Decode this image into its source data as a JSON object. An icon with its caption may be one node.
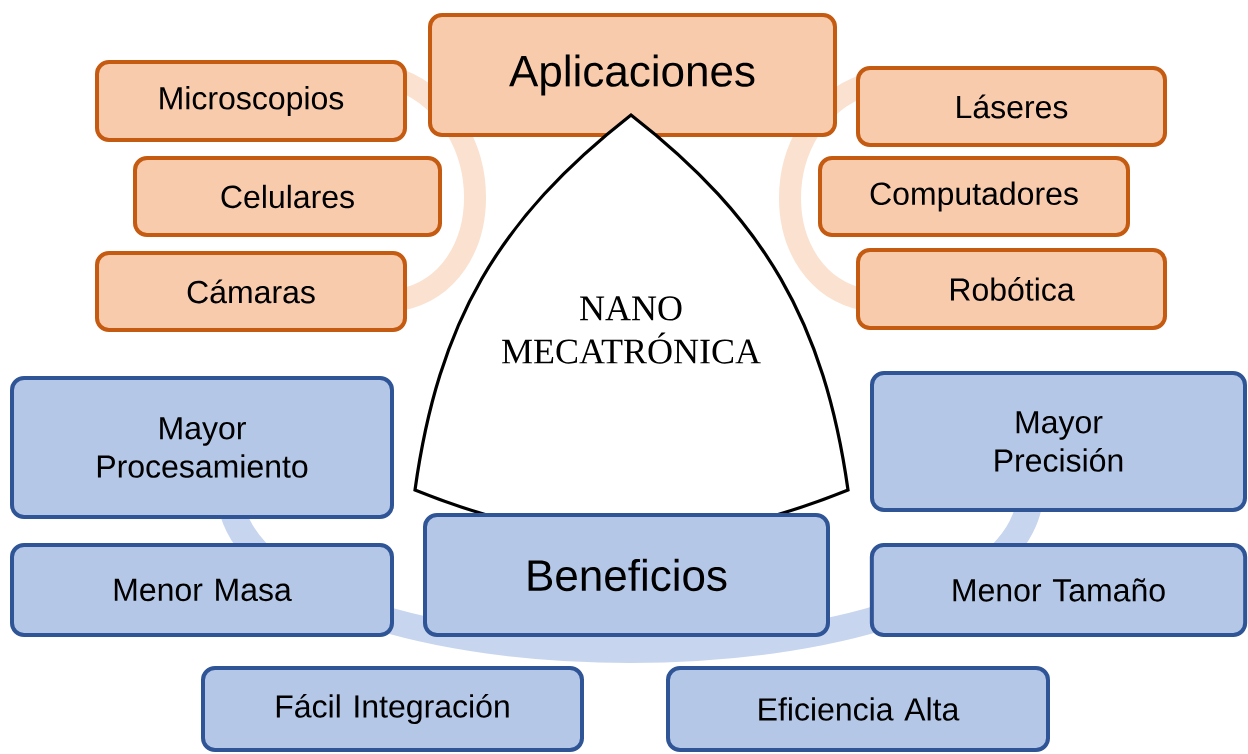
{
  "diagram": {
    "nodes": [
      {
        "text": [
          "Aplicaciones"
        ]
      },
      {
        "text": [
          "Microscopios"
        ]
      },
      {
        "text": [
          "Celulares"
        ]
      },
      {
        "text": [
          "Cámaras"
        ]
      },
      {
        "text": [
          "Láseres"
        ]
      },
      {
        "text": [
          "Computadores"
        ]
      },
      {
        "text": [
          "Robótica"
        ]
      },
      {
        "text": [
          "NANO MECATRÓNICA"
        ]
      },
      {
        "text": [
          "Mayor Procesamiento"
        ]
      },
      {
        "text": [
          "Mayor Precisión"
        ]
      },
      {
        "text": [
          "Beneficios"
        ]
      },
      {
        "text": [
          "Menor Masa"
        ]
      },
      {
        "text": [
          "Menor Tamaño"
        ]
      },
      {
        "text": [
          "Fácil Integración"
        ]
      },
      {
        "text": [
          "Eficiencia Alta"
        ]
      }
    ]
  }
}
